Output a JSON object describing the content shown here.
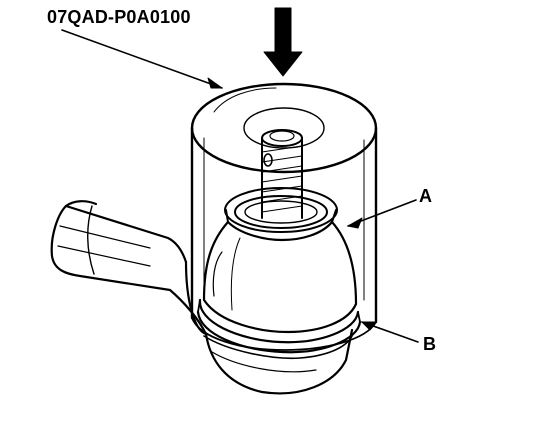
{
  "figure": {
    "tool_label": "07QAD-P0A0100",
    "callout_a": "A",
    "callout_b": "B"
  },
  "colors": {
    "line": "#000000",
    "background": "#ffffff"
  },
  "icons": {
    "press_direction": "down-arrow-icon"
  }
}
